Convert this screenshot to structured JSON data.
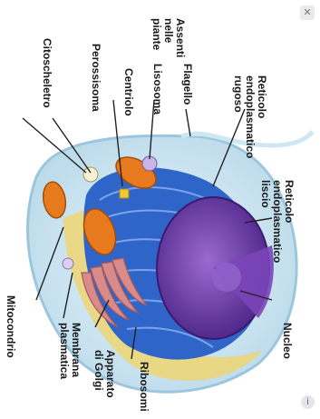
{
  "labels": {
    "assenti": [
      "Assenti",
      "nelle",
      "piante"
    ],
    "flagello": "Flagello",
    "lisosoma": "Lisosoma",
    "centriolo": "Centriolo",
    "perossisoma": "Perossisoma",
    "citoscheletro": "Citoscheletro",
    "rer": [
      "Reticolo",
      "endoplasmatico",
      "rugoso"
    ],
    "rel": [
      "Reticolo",
      "endoplasmatico",
      "liscio"
    ],
    "nucleo": "Nucleo",
    "mitocondrio": "Mitocondrio",
    "membrana": [
      "Membrana",
      "plasmatica"
    ],
    "golgi": [
      "Apparato",
      "di Golgi"
    ],
    "ribosomi": "Ribosomi"
  },
  "icons": {
    "close": "close-icon",
    "info": "info-icon"
  },
  "colors": {
    "cytoplasm": "#cfe7f3",
    "er_blue": "#2f64c8",
    "nucleus": "#6a35a8",
    "golgi": "#d98a8a",
    "mitochondria": "#e87a1e",
    "ribosome_zone": "#f0d46a"
  }
}
